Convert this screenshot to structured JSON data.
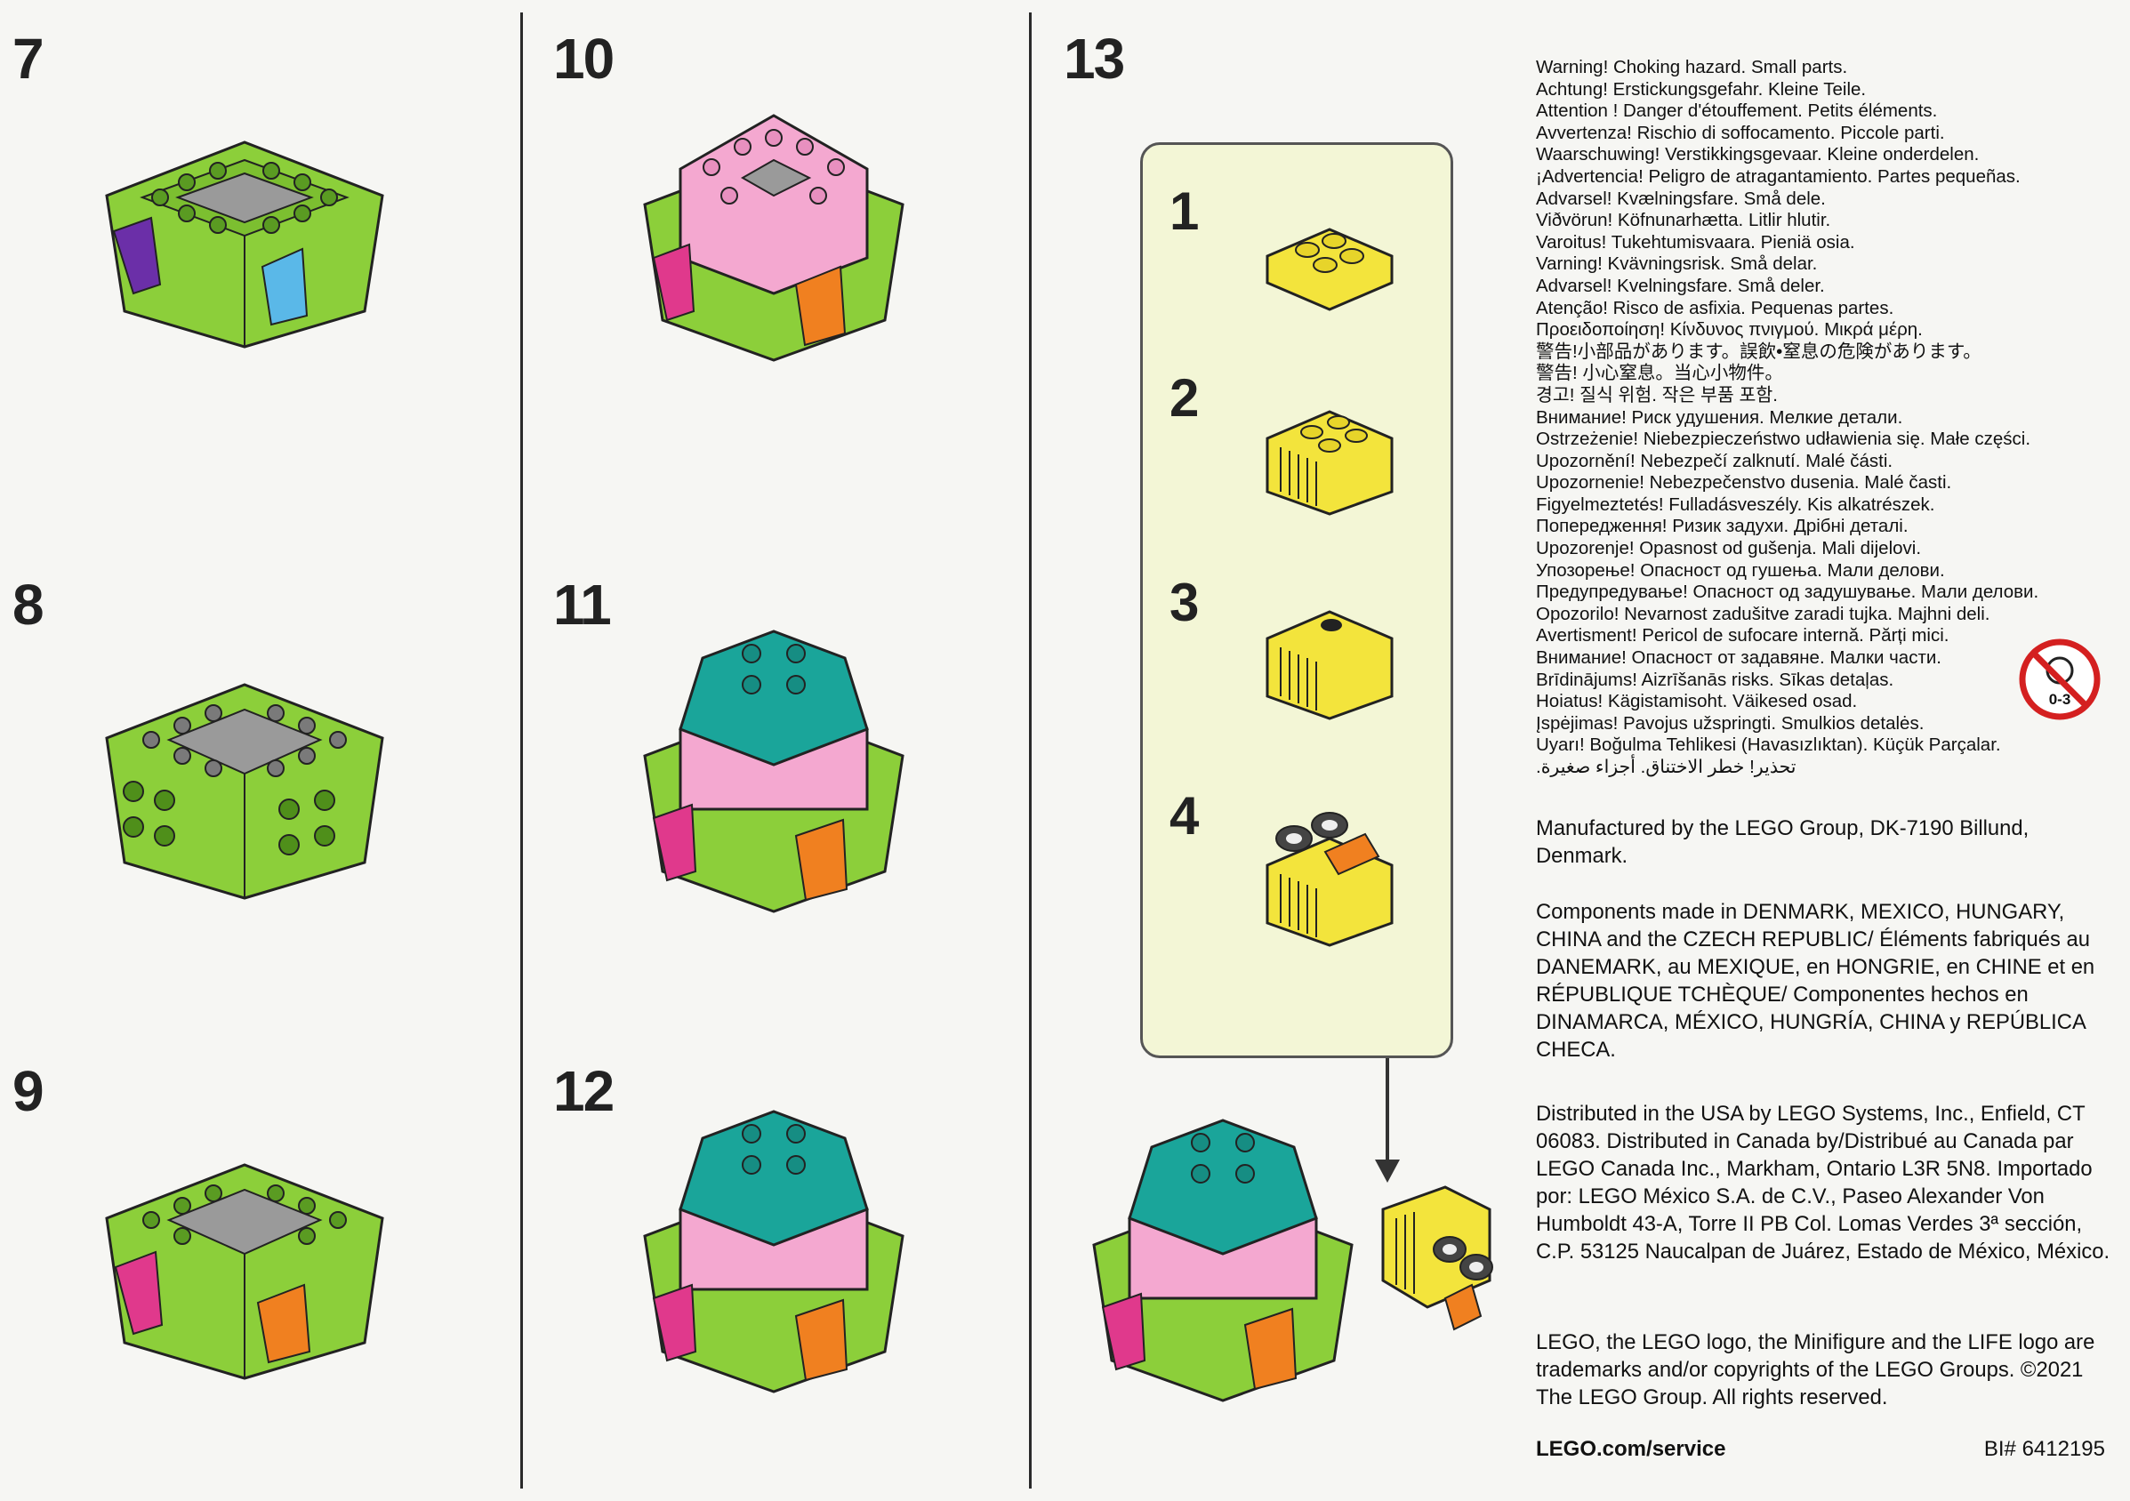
{
  "steps": {
    "s7": "7",
    "s8": "8",
    "s9": "9",
    "s10": "10",
    "s11": "11",
    "s12": "12",
    "s13": "13"
  },
  "substeps": {
    "a": "1",
    "b": "2",
    "c": "3",
    "d": "4"
  },
  "warnings": [
    "Warning! Choking hazard. Small parts.",
    "Achtung! Erstickungsgefahr. Kleine Teile.",
    "Attention ! Danger d'étouffement. Petits éléments.",
    "Avvertenza! Rischio di soffocamento. Piccole parti.",
    "Waarschuwing! Verstikkingsgevaar. Kleine onderdelen.",
    "¡Advertencia! Peligro de atragantamiento. Partes pequeñas.",
    "Advarsel! Kvælningsfare. Små dele.",
    "Viðvörun! Köfnunarhætta. Litlir hlutir.",
    "Varoitus! Tukehtumisvaara. Pieniä osia.",
    "Varning! Kvävningsrisk. Små delar.",
    "Advarsel! Kvelningsfare. Små deler.",
    "Atenção! Risco de asfixia. Pequenas partes.",
    "Προειδοποίηση! Κίνδυνος πνιγμού. Μικρά μέρη.",
    "警告!小部品があります。誤飲•窒息の危険があります。",
    "警告! 小心窒息。当心小物件。",
    "경고! 질식 위험. 작은 부품 포함.",
    "Внимание! Риск удушения. Мелкие детали.",
    "Ostrzeżenie! Niebezpieczeństwo udławienia się. Małe części.",
    "Upozornění! Nebezpečí zalknutí. Malé části.",
    "Upozornenie! Nebezpečenstvo dusenia. Malé časti.",
    "Figyelmeztetés! Fulladásveszély. Kis alkatrészek.",
    "Попередження! Ризик задухи. Дрібні деталі.",
    "Upozorenje! Opasnost od gušenja. Mali dijelovi.",
    "Упозорење! Опасност од гушења. Мали делови.",
    "Предупредување! Опасност од задушување. Мали делови.",
    "Opozorilo! Nevarnost zadušitve zaradi tujka. Majhni deli.",
    "Avertisment! Pericol de sufocare internă. Părți mici.",
    "Внимание! Опасност от задавяне. Малки части.",
    "Brīdinājums! Aizrīšanās risks. Sīkas detaļas.",
    "Hoiatus! Kägistamisoht. Väikesed osad.",
    "Įspėjimas! Pavojus užspringti. Smulkios detalės.",
    "Uyarı! Boğulma Tehlikesi (Havasızlıktan). Küçük Parçalar.",
    "تحذير! خطر الاختناق. أجزاء صغيرة."
  ],
  "age_label": "0-3",
  "manufactured": "Manufactured by the LEGO Group, DK-7190 Billund, Denmark.",
  "components": "Components made in DENMARK, MEXICO, HUNGARY, CHINA and the CZECH REPUBLIC/ Éléments fabriqués au DANEMARK, au MEXIQUE, en HONGRIE, en CHINE et en RÉPUBLIQUE TCHÈQUE/ Componentes hechos en DINAMARCA, MÉXICO, HUNGRÍA, CHINA y REPÚBLICA CHECA.",
  "distributed": "Distributed in the USA by LEGO Systems, Inc., Enfield, CT 06083. Distributed in Canada by/Distribué au Canada par LEGO Canada Inc., Markham, Ontario L3R 5N8. Importado por: LEGO México S.A. de C.V., Paseo Alexander Von Humboldt 43-A, Torre II PB Col. Lomas Verdes 3ª sección, C.P. 53125 Naucalpan de Juárez, Estado de México, México.",
  "trademarks": "LEGO, the LEGO logo, the Minifigure and the LIFE logo are trademarks and/or copyrights of the LEGO Groups. ©2021 The LEGO Group. All rights reserved.",
  "service": "LEGO.com/service",
  "bi": "BI# 6412195",
  "colors": {
    "green": "#8ccf3a",
    "gray": "#9a9a9a",
    "pink": "#f4a8d0",
    "teal": "#1aa59a",
    "orange": "#f08020",
    "magenta": "#e0398c",
    "purple": "#6b2fa8",
    "blue": "#5ab8e8",
    "yellow": "#f3e43c",
    "panel": "#f3f6d6"
  }
}
